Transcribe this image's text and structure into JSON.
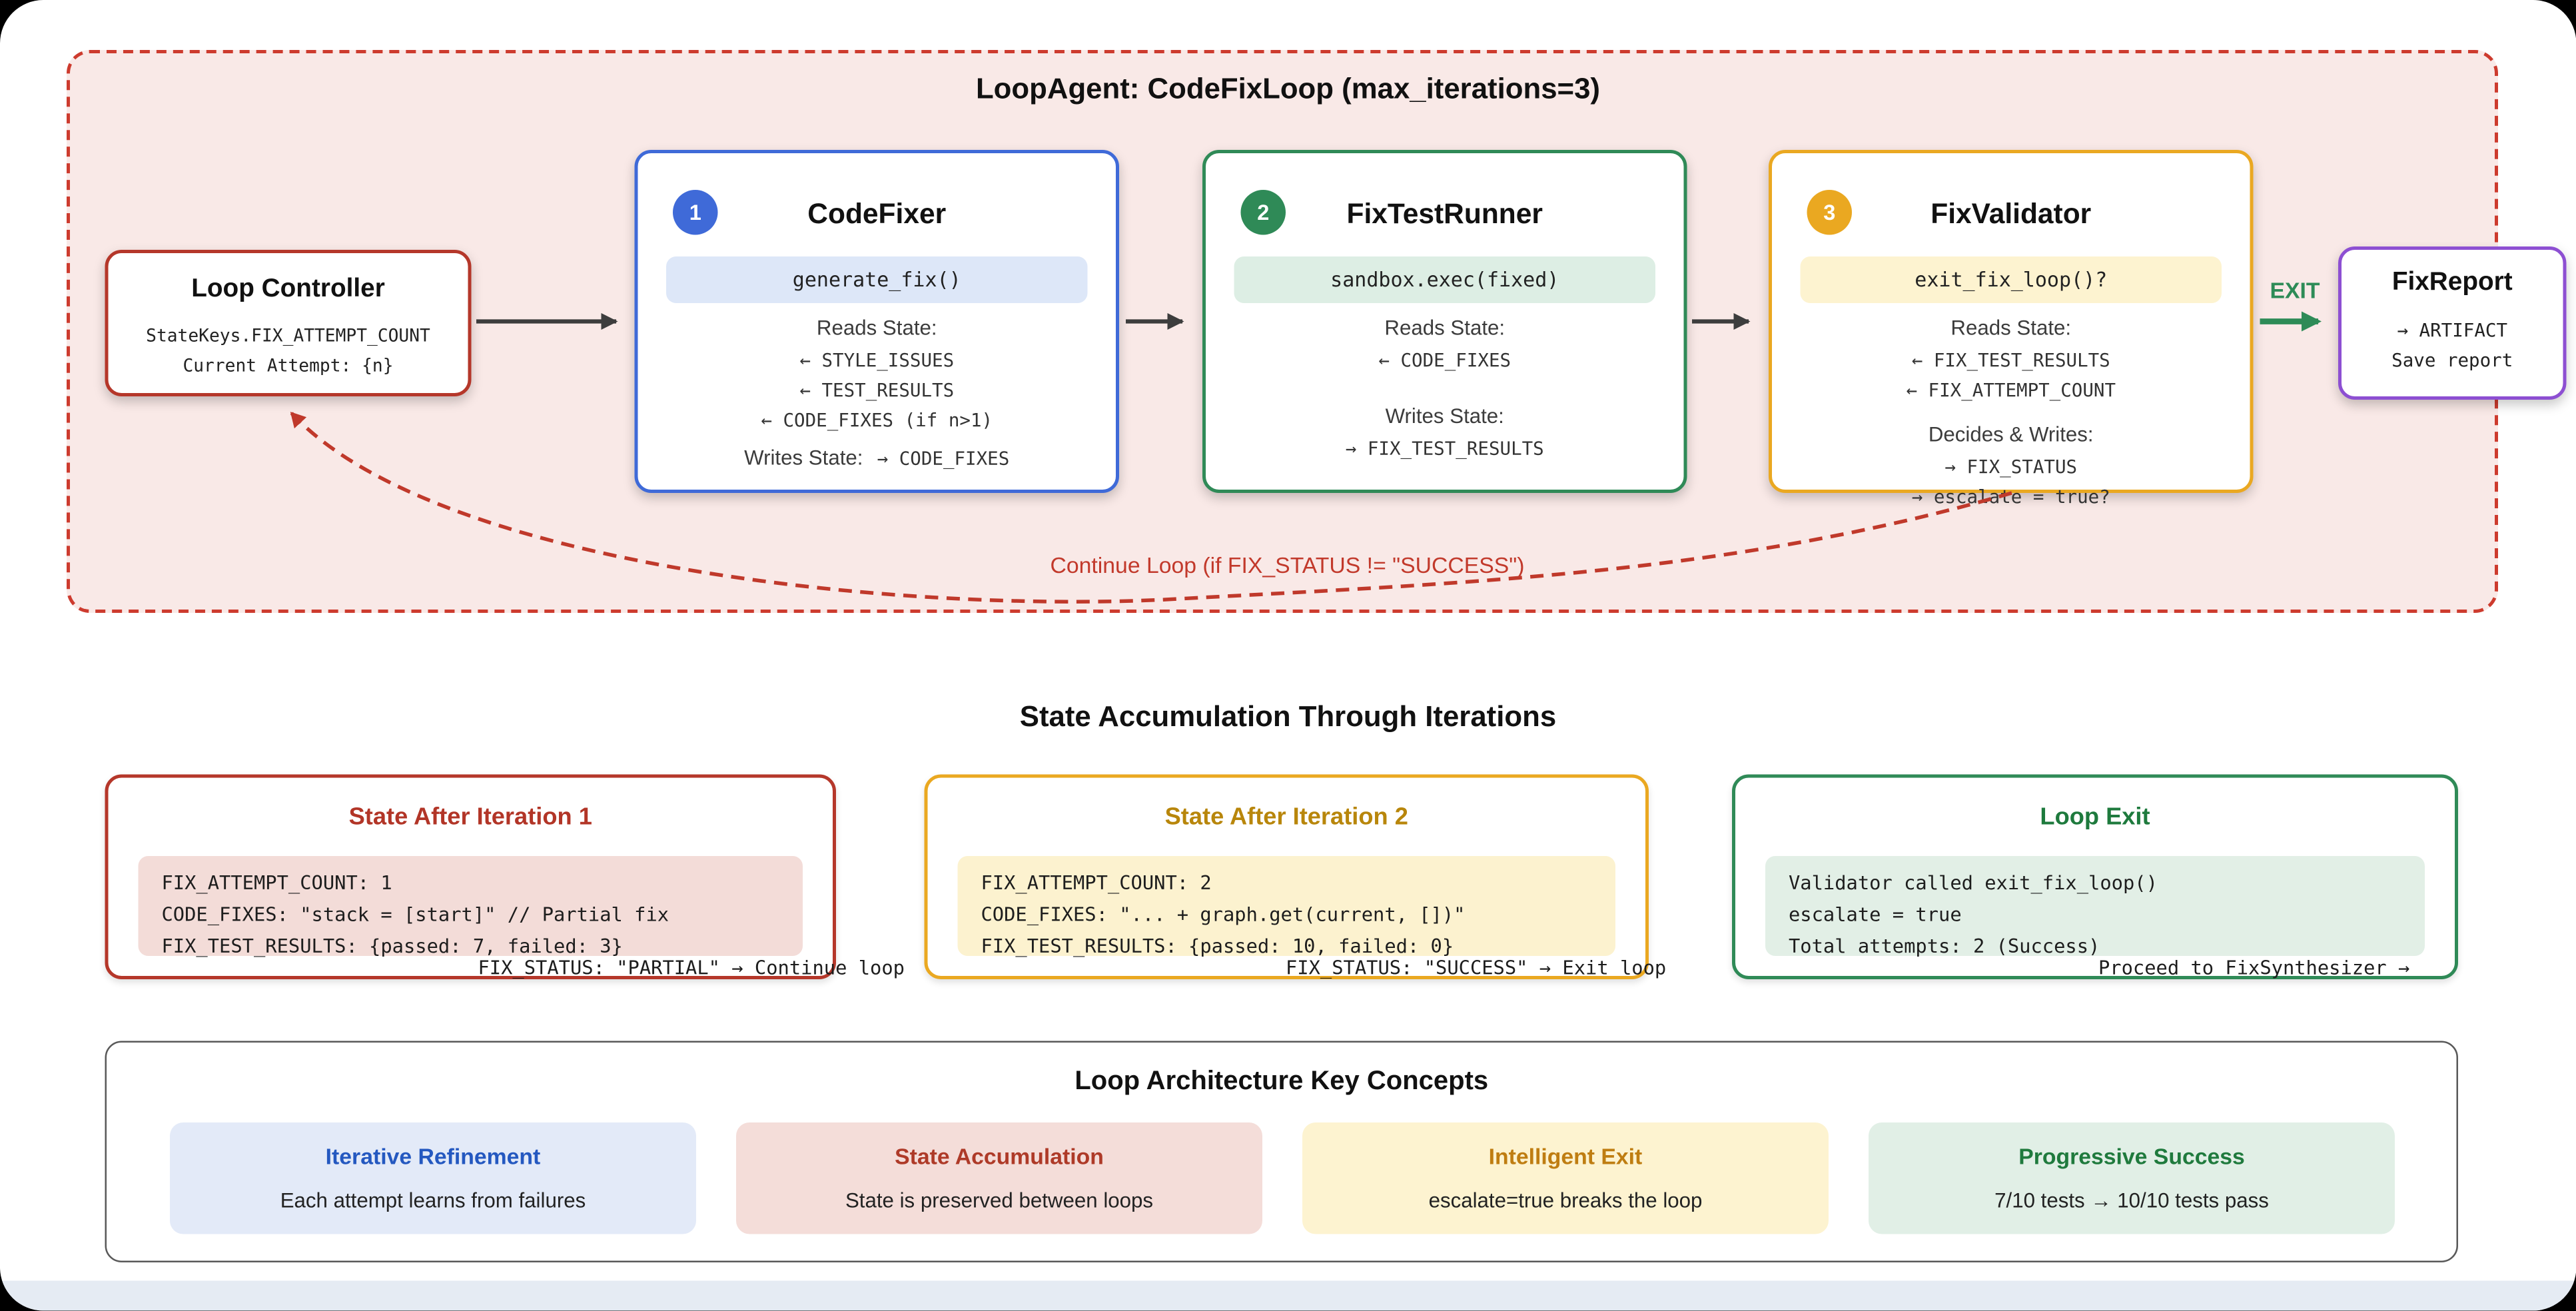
{
  "palette": {
    "red": "#c0392b",
    "blue": "#3f6ad8",
    "green": "#2e8b57",
    "amber": "#eaa821",
    "purple": "#8d4fd2",
    "loop_bg": "#f9e9e7",
    "footer_bg": "#e5ebf3"
  },
  "loop": {
    "title": "LoopAgent: CodeFixLoop (max_iterations=3)",
    "exit_label": "EXIT",
    "continue_label": "Continue Loop (if FIX_STATUS != \"SUCCESS\")",
    "controller": {
      "title": "Loop Controller",
      "line1": "StateKeys.FIX_ATTEMPT_COUNT",
      "line2": "Current Attempt: {n}"
    },
    "agents": [
      {
        "number": "1",
        "title": "CodeFixer",
        "code": "generate_fix()",
        "reads_label": "Reads State:",
        "reads": [
          "← STYLE_ISSUES",
          "← TEST_RESULTS",
          "← CODE_FIXES (if n>1)"
        ],
        "writes_label": "Writes State:",
        "writes_value": "→ CODE_FIXES"
      },
      {
        "number": "2",
        "title": "FixTestRunner",
        "code": "sandbox.exec(fixed)",
        "reads_label": "Reads State:",
        "reads": [
          "← CODE_FIXES"
        ],
        "writes_label": "Writes State:",
        "writes": [
          "→ FIX_TEST_RESULTS"
        ]
      },
      {
        "number": "3",
        "title": "FixValidator",
        "code": "exit_fix_loop()?",
        "reads_label": "Reads State:",
        "reads": [
          "← FIX_TEST_RESULTS",
          "← FIX_ATTEMPT_COUNT"
        ],
        "writes_label": "Decides & Writes:",
        "writes": [
          "→ FIX_STATUS",
          "→ escalate = true?"
        ]
      }
    ],
    "report": {
      "title": "FixReport",
      "line1": "→ ARTIFACT",
      "line2": "Save report"
    }
  },
  "iterations": {
    "heading": "State Accumulation Through Iterations",
    "boxes": [
      {
        "title": "State After Iteration 1",
        "lines": [
          "FIX_ATTEMPT_COUNT: 1",
          "CODE_FIXES: \"stack = [start]\" // Partial fix",
          "FIX_TEST_RESULTS: {passed: 7, failed: 3}"
        ],
        "footer": "FIX_STATUS: \"PARTIAL\" → Continue loop"
      },
      {
        "title": "State After Iteration 2",
        "lines": [
          "FIX_ATTEMPT_COUNT: 2",
          "CODE_FIXES: \"... + graph.get(current, [])\"",
          "FIX_TEST_RESULTS: {passed: 10, failed: 0}"
        ],
        "footer": "FIX_STATUS: \"SUCCESS\" → Exit loop"
      },
      {
        "title": "Loop Exit",
        "lines": [
          "Validator called exit_fix_loop()",
          "escalate = true",
          "Total attempts: 2 (Success)"
        ],
        "footer": "Proceed to FixSynthesizer →"
      }
    ]
  },
  "concepts": {
    "title": "Loop Architecture Key Concepts",
    "cards": [
      {
        "title": "Iterative Refinement",
        "subtitle": "Each attempt learns from failures"
      },
      {
        "title": "State Accumulation",
        "subtitle": "State is preserved between loops"
      },
      {
        "title": "Intelligent Exit",
        "subtitle": "escalate=true breaks the loop"
      },
      {
        "title": "Progressive Success",
        "subtitle": "7/10 tests → 10/10 tests pass"
      }
    ]
  }
}
